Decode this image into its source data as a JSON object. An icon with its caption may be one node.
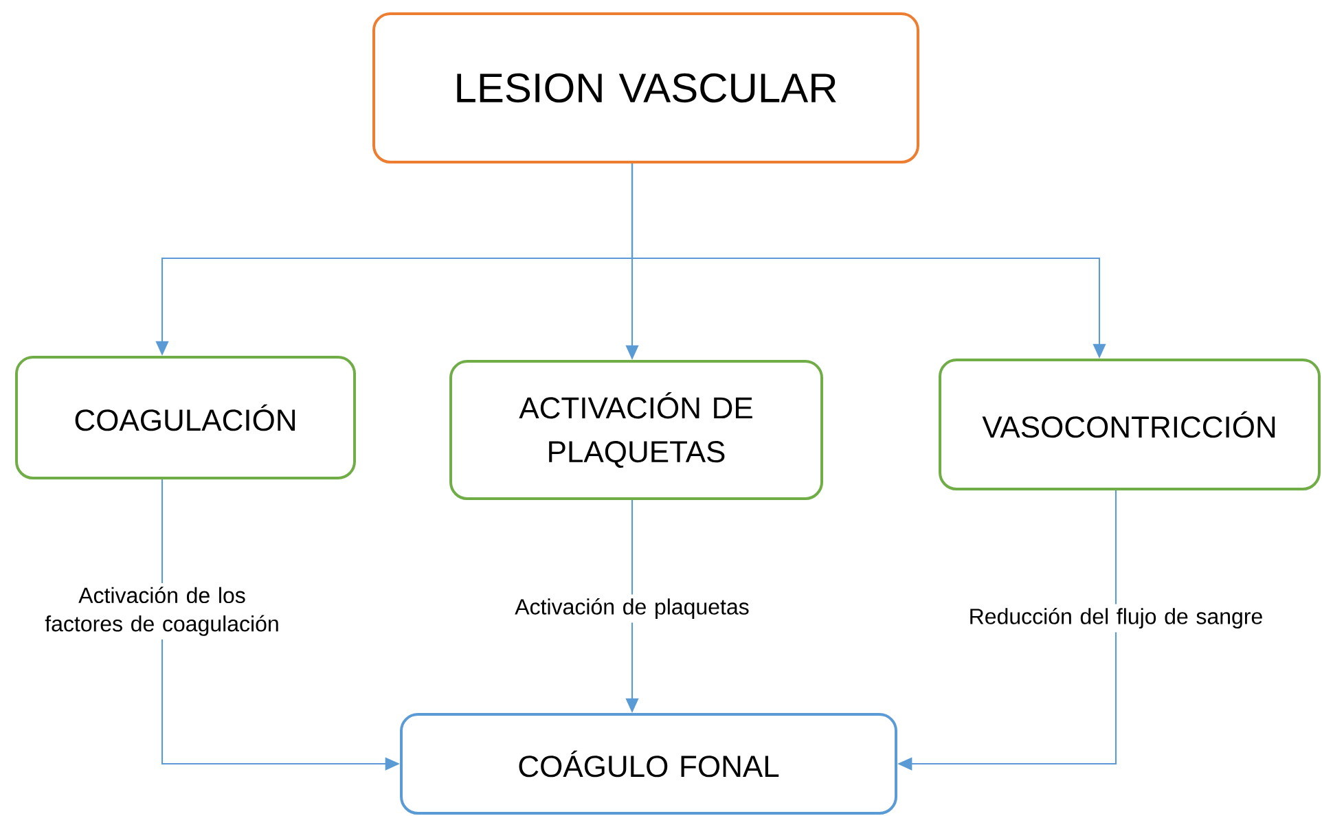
{
  "diagram": {
    "nodes": [
      {
        "text": [
          "LESION VASCULAR"
        ]
      },
      {
        "text": [
          "COAGULACIÓN"
        ]
      },
      {
        "text": [
          "ACTIVACIÓN DE PLAQUETAS"
        ]
      },
      {
        "text": [
          "VASOCONTRICCIÓN"
        ]
      },
      {
        "text": [
          "COÁGULO FONAL"
        ]
      }
    ],
    "edges": [
      {
        "from": 0,
        "to": 1,
        "arrow": "to"
      },
      {
        "from": 0,
        "to": 2,
        "arrow": "to"
      },
      {
        "from": 0,
        "to": 3,
        "arrow": "to"
      },
      {
        "from": 1,
        "to": 4,
        "arrow": "to",
        "label": "Activación de los factores de coagulación"
      },
      {
        "from": 2,
        "to": 4,
        "arrow": "to",
        "label": "Activación de plaquetas"
      },
      {
        "from": 3,
        "to": 4,
        "arrow": "to",
        "label": "Reducción del flujo de sangre"
      }
    ]
  }
}
